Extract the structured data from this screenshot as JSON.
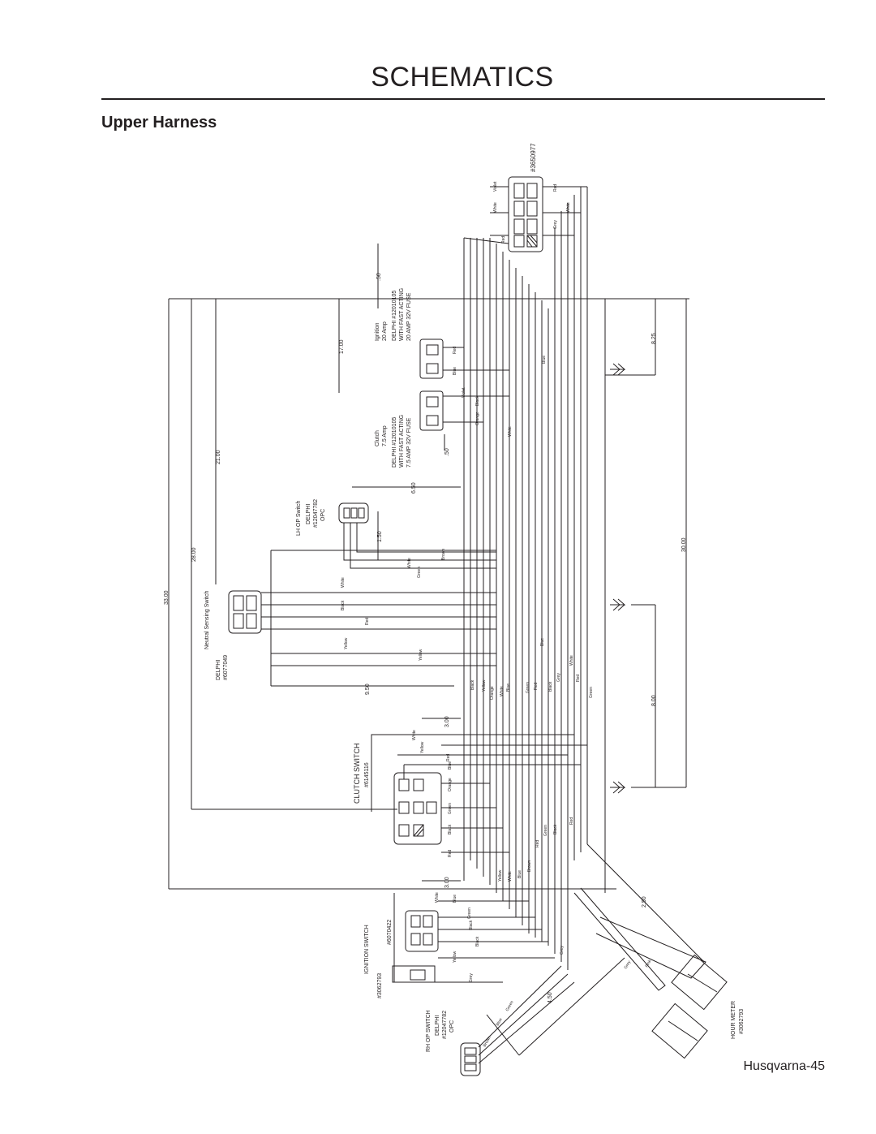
{
  "page": {
    "title": "SCHEMATICS",
    "section": "Upper Harness",
    "footer": "Husqvarna-45"
  },
  "components": {
    "top_connector": {
      "part": "#3650977"
    },
    "ignition_fuse": {
      "lines": [
        "Ignition",
        "20 Amp",
        "DELPHI #12010105",
        "WITH FAST ACTING",
        "20 AMP 32V FUSE"
      ]
    },
    "clutch_fuse": {
      "lines": [
        "Clutch",
        "7.5 Amp",
        "DELPHI #12010105",
        "WITH FAST ACTING",
        "7.5 AMP 32V FUSE"
      ]
    },
    "lh_op_switch": {
      "lines": [
        "LH OP Switch",
        "DELPHI",
        "#12047782",
        "OPC"
      ]
    },
    "neutral_switch": {
      "lines": [
        "Neutral Sensing Switch",
        "DELPHI",
        "#6077049"
      ]
    },
    "clutch_switch": {
      "lines": [
        "CLUTCH SWITCH",
        "#6145116"
      ]
    },
    "ignition_switch": {
      "lines": [
        "IGNITION SWITCH",
        "#3062793"
      ],
      "part": "#6070422"
    },
    "rh_op_switch": {
      "lines": [
        "RH OP SWITCH",
        "DELPHI",
        "#12047782",
        "OPC"
      ]
    },
    "hour_meter": {
      "lines": [
        "HOUR METER",
        "#3062793"
      ]
    }
  },
  "dimensions": [
    "33.00",
    "28.00",
    "21.00",
    "17.00",
    ".50",
    "6.50",
    "1.50",
    ".50",
    "9.50",
    "3.00",
    "3.00",
    "8.25",
    "30.00",
    "8.00",
    "2.50",
    "4.50"
  ],
  "wire_colors": {
    "top": [
      "Violet",
      "White",
      "Red",
      "Red",
      "White",
      "Grey"
    ],
    "mid": [
      "Red",
      "Blue",
      "Violet",
      "Black",
      "Orange",
      "Blue",
      "White"
    ],
    "lower": [
      "Brown",
      "White",
      "Green",
      "White",
      "Black",
      "Red",
      "Yellow",
      "Yellow",
      "Blue",
      "White",
      "Grey",
      "Red",
      "Green"
    ],
    "bundle": [
      "Black",
      "Yellow",
      "Orange",
      "White",
      "Blue",
      "Green",
      "Red",
      "Black"
    ],
    "clutch": [
      "White",
      "Yellow",
      "Red",
      "Blue",
      "Orange",
      "Green",
      "Black",
      "Red"
    ],
    "bottom_bundle": [
      "Yellow",
      "White",
      "Blue",
      "Brown",
      "Red",
      "Green",
      "Black",
      "Red"
    ],
    "ignition": [
      "White",
      "Blue",
      "Green",
      "Black",
      "Black",
      "Yellow",
      "Grey",
      "Grey"
    ],
    "rh": [
      "Brown",
      "Blue",
      "Green",
      "Grey",
      "Pink"
    ]
  }
}
